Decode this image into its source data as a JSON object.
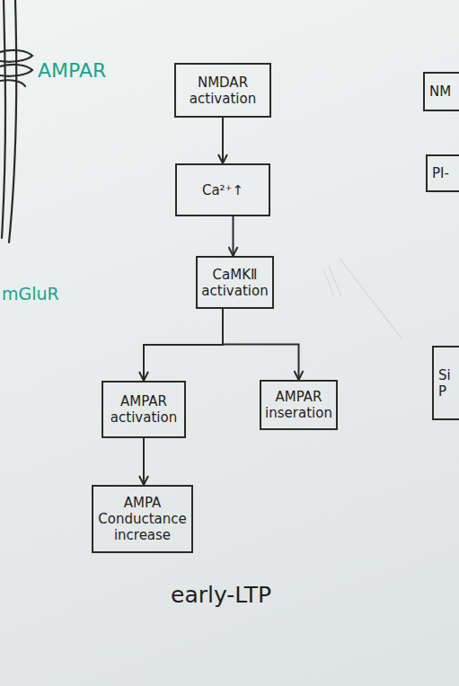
{
  "diagram": {
    "nodes": [
      {
        "text": [
          "NMDAR activation"
        ]
      },
      {
        "text": [
          "NM"
        ]
      },
      {
        "text": [
          "Ca²⁺↑"
        ]
      },
      {
        "text": [
          "PI-"
        ]
      },
      {
        "text": [
          "CaMKⅡ activation"
        ]
      },
      {
        "text": [
          "Si P"
        ]
      },
      {
        "text": [
          "AMPAR activation"
        ]
      },
      {
        "text": [
          "AMPAR inseration"
        ]
      },
      {
        "text": [
          "AMPA Conductance increase"
        ]
      }
    ],
    "edges": [
      {
        "from": 0,
        "to": 2,
        "arrow": "to"
      },
      {
        "from": 2,
        "to": 4,
        "arrow": "to"
      },
      {
        "from": 4,
        "to": 6,
        "arrow": "to"
      },
      {
        "from": 4,
        "to": 7,
        "arrow": "to"
      },
      {
        "from": 6,
        "to": 8,
        "arrow": "to"
      }
    ],
    "labels": [
      "AMPAR",
      "mGluR",
      "early-LTP"
    ]
  }
}
